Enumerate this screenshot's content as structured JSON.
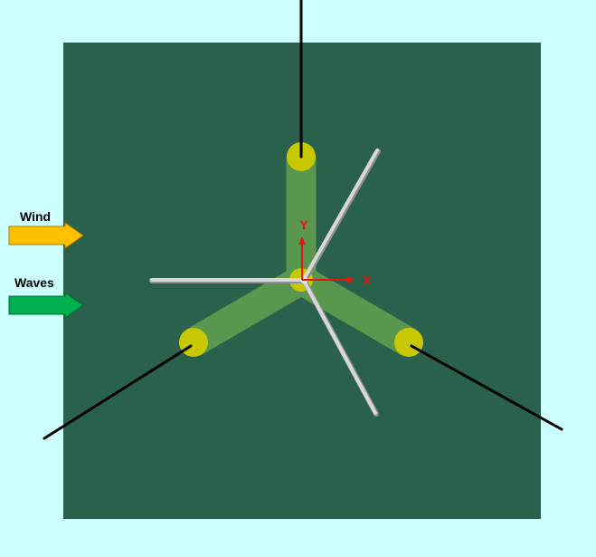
{
  "labels": {
    "wind": "Wind",
    "waves": "Waves",
    "axis_x": "X",
    "axis_y": "Y"
  },
  "colors": {
    "outer_background": "#ccffff",
    "sea_panel": "#2a614c",
    "pontoon_green": "#5d9a4f",
    "column_yellow": "#c8c800",
    "blade_grey": "#cfcfcf",
    "mooring_line": "#000000",
    "axis_red": "#ee1111",
    "wind_arrow": "#ffc000",
    "waves_arrow": "#00b050"
  },
  "icons": {
    "wind_arrow": "right-arrow-icon",
    "waves_arrow": "right-arrow-icon"
  }
}
